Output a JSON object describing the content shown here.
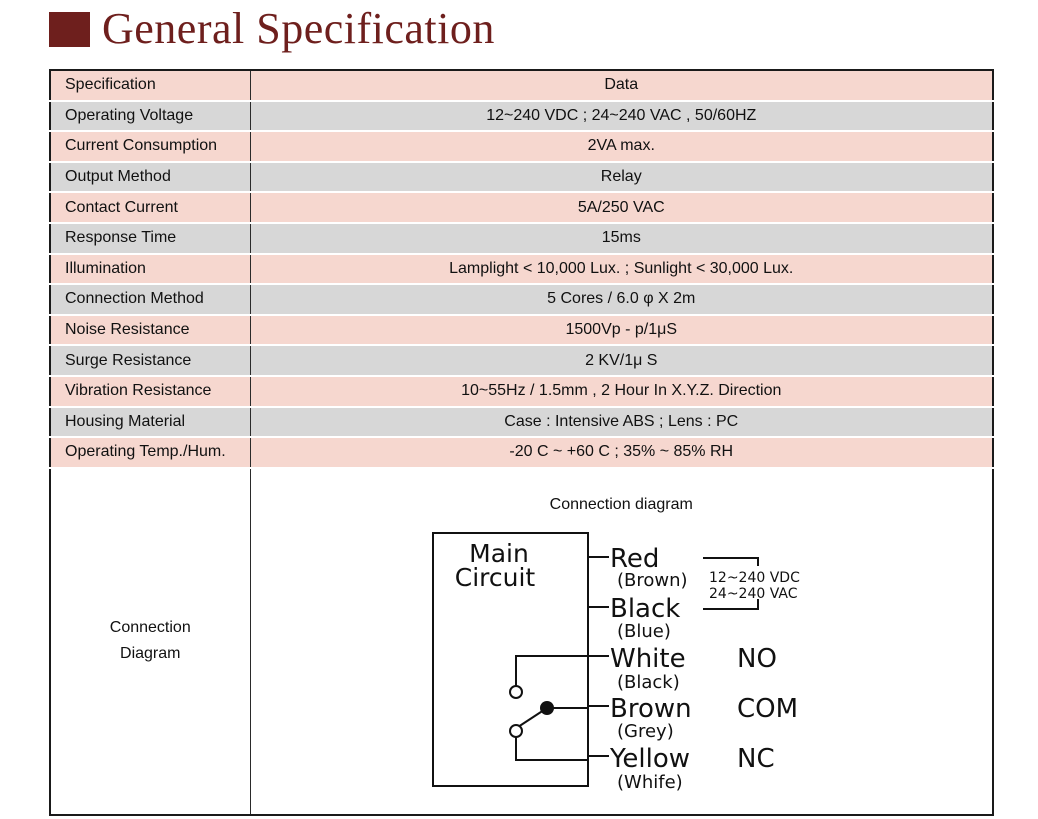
{
  "page": {
    "title": "General Specification",
    "accent_color": "#6e1f1d"
  },
  "spec_table": {
    "header": {
      "key": "Specification",
      "value": "Data"
    },
    "rows": [
      {
        "key": "Operating Voltage",
        "value": "12~240 VDC ; 24~240 VAC , 50/60HZ"
      },
      {
        "key": "Current Consumption",
        "value": "2VA max."
      },
      {
        "key": "Output Method",
        "value": "Relay"
      },
      {
        "key": "Contact Current",
        "value": "5A/250 VAC"
      },
      {
        "key": "Response Time",
        "value": "15ms"
      },
      {
        "key": "Illumination",
        "value": "Lamplight < 10,000 Lux. ; Sunlight < 30,000 Lux."
      },
      {
        "key": "Connection Method",
        "value": "5 Cores / 6.0 φ X 2m"
      },
      {
        "key": "Noise Resistance",
        "value": "1500Vp - p/1μS"
      },
      {
        "key": "Surge Resistance",
        "value": "2 KV/1μ S"
      },
      {
        "key": "Vibration Resistance",
        "value": "10~55Hz / 1.5mm , 2 Hour In X.Y.Z. Direction"
      },
      {
        "key": "Housing Material",
        "value": "Case : Intensive ABS ; Lens : PC"
      },
      {
        "key": "Operating Temp./Hum.",
        "value": "-20 C ~ +60 C ; 35% ~ 85% RH"
      }
    ],
    "row_colors": {
      "pink": "#f6d7cf",
      "grey": "#d7d7d7"
    },
    "connection": {
      "key_line1": "Connection",
      "key_line2": "Diagram",
      "diagram_title": "Connection diagram",
      "box_line1": "Main",
      "box_line2": "Circuit",
      "wires": [
        {
          "color": "Red",
          "sub": "(Brown)"
        },
        {
          "color": "Black",
          "sub": "(Blue)"
        },
        {
          "color": "White",
          "sub": "(Black)",
          "contact": "NO"
        },
        {
          "color": "Brown",
          "sub": "(Grey)",
          "contact": "COM"
        },
        {
          "color": "Yellow",
          "sub": "(Whife)",
          "contact": "NC"
        }
      ],
      "supply_line1": "12~240 VDC",
      "supply_line2": "24~240 VAC"
    }
  }
}
